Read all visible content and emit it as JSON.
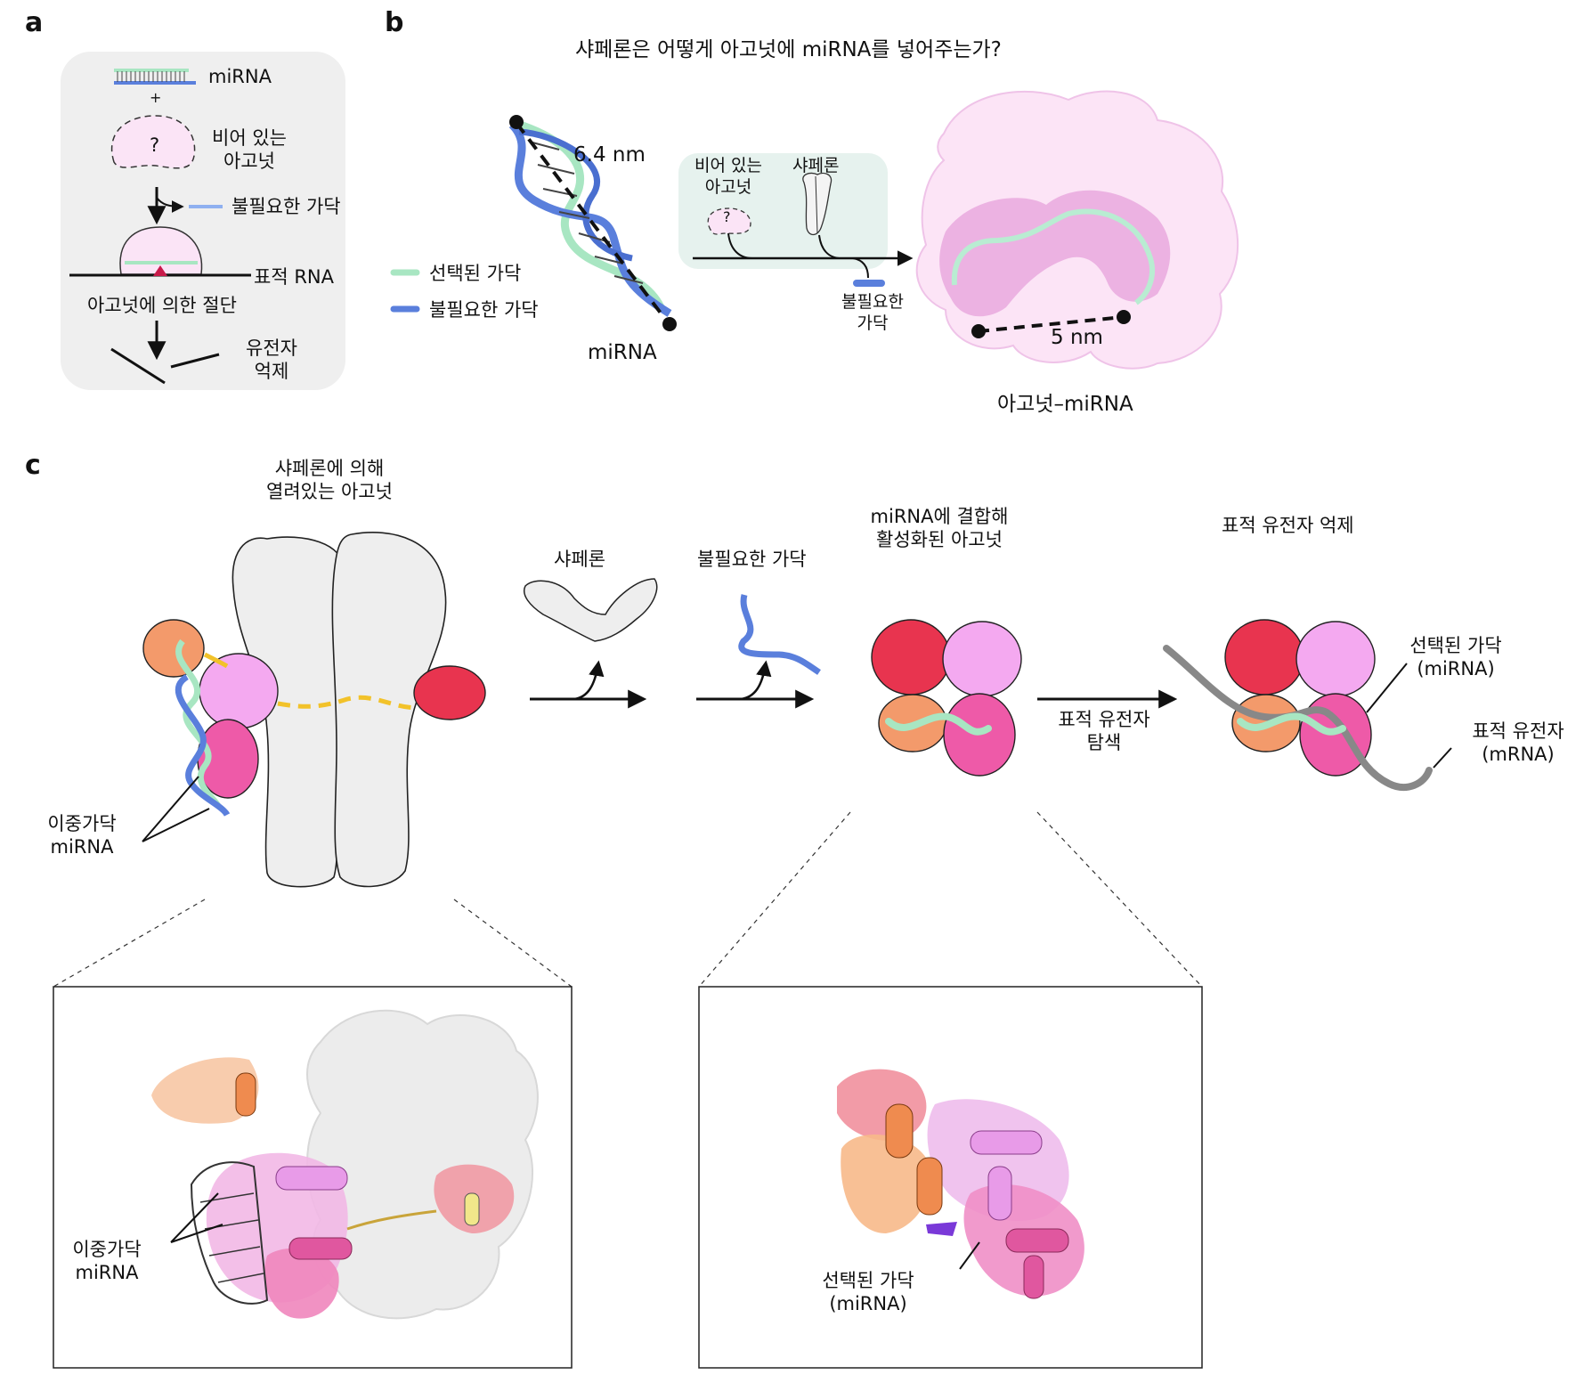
{
  "panels": {
    "a": {
      "letter": "a",
      "mirna_label": "miRNA",
      "plus": "+",
      "question_mark": "?",
      "empty_argonaute": [
        "비어 있는",
        "아고넛"
      ],
      "unneeded_strand": "불필요한 가닥",
      "target_rna": "표적 RNA",
      "cleavage": "아고넛에 의한 절단",
      "gene_repression": [
        "유전자",
        "억제"
      ]
    },
    "b": {
      "letter": "b",
      "title": "샤페론은 어떻게 아고넛에 miRNA를 넣어주는가?",
      "distance_mirna": "6.4 nm",
      "mirna_label": "miRNA",
      "legend": [
        {
          "label": "선택된 가닥",
          "color": "#a8e6c2"
        },
        {
          "label": "불필요한 가닥",
          "color": "#5a7fdc"
        }
      ],
      "empty_argonaute": [
        "비어 있는",
        "아고넛"
      ],
      "question_mark": "?",
      "chaperone": "샤페론",
      "unneeded_strand": [
        "불필요한",
        "가닥"
      ],
      "distance_complex": "5 nm",
      "complex_label": "아고넛–miRNA"
    },
    "c": {
      "letter": "c",
      "open_argonaute": [
        "샤페론에 의해",
        "열려있는 아고넛"
      ],
      "duplex_mirna": [
        "이중가닥",
        "miRNA"
      ],
      "chaperone": "샤페론",
      "unneeded_strand": "불필요한 가닥",
      "activated": [
        "miRNA에 결합해",
        "활성화된 아고넛"
      ],
      "target_search": [
        "표적 유전자",
        "탐색"
      ],
      "repression": "표적 유전자 억제",
      "guide_strand": [
        "선택된 가닥",
        "(miRNA)"
      ],
      "target_gene": [
        "표적 유전자",
        "(mRNA)"
      ],
      "inset_left_label": [
        "이중가닥",
        "miRNA"
      ],
      "inset_right_label": [
        "선택된 가닥",
        "(miRNA)"
      ]
    }
  },
  "colors": {
    "guide": "#a8e6c2",
    "passenger": "#5a7fdc",
    "pink_bg": "#fbe4f6",
    "panel_bg": "#efefef",
    "chaperone_grey": "#eeeeee",
    "lobe_red": "#e8344f",
    "lobe_pink": "#f29cec",
    "lobe_magenta": "#ee5aa8",
    "lobe_orange": "#f39a6b",
    "linker_yellow": "#f2c22a",
    "cleavage_red": "#c8194a"
  }
}
